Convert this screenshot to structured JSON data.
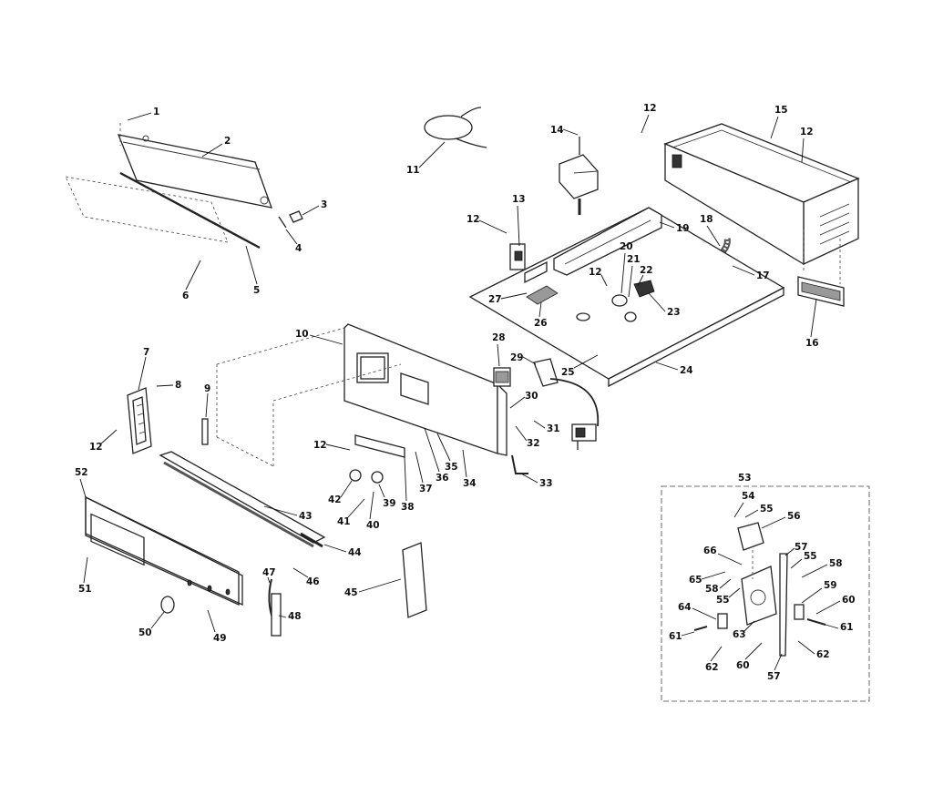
{
  "labels": {
    "p1": "1",
    "p2": "2",
    "p3": "3",
    "p4": "4",
    "p5": "5",
    "p6": "6",
    "p7": "7",
    "p8": "8",
    "p9": "9",
    "p10": "10",
    "p11": "11",
    "p12a": "12",
    "p12b": "12",
    "p12c": "12",
    "p12d": "12",
    "p12e": "12",
    "p12f": "12",
    "p13": "13",
    "p14": "14",
    "p15": "15",
    "p16": "16",
    "p17": "17",
    "p18": "18",
    "p19": "19",
    "p20": "20",
    "p21": "21",
    "p22": "22",
    "p23": "23",
    "p24": "24",
    "p25": "25",
    "p26": "26",
    "p27": "27",
    "p28": "28",
    "p29": "29",
    "p30": "30",
    "p31": "31",
    "p32": "32",
    "p33": "33",
    "p34": "34",
    "p35": "35",
    "p36": "36",
    "p37": "37",
    "p38": "38",
    "p39": "39",
    "p40": "40",
    "p41": "41",
    "p42": "42",
    "p43": "43",
    "p44": "44",
    "p45": "45",
    "p46": "46",
    "p47": "47",
    "p48": "48",
    "p49": "49",
    "p50": "50",
    "p51": "51",
    "p52": "52",
    "p53": "53",
    "p54": "54",
    "p55a": "55",
    "p56": "56",
    "p57a": "57",
    "p55b": "55",
    "p58a": "58",
    "p66": "66",
    "p65": "65",
    "p58b": "58",
    "p55c": "55",
    "p59": "59",
    "p60a": "60",
    "p64": "64",
    "p63": "63",
    "p61a": "61",
    "p61b": "61",
    "p62a": "62",
    "p62b": "62",
    "p60b": "60",
    "p57b": "57"
  }
}
